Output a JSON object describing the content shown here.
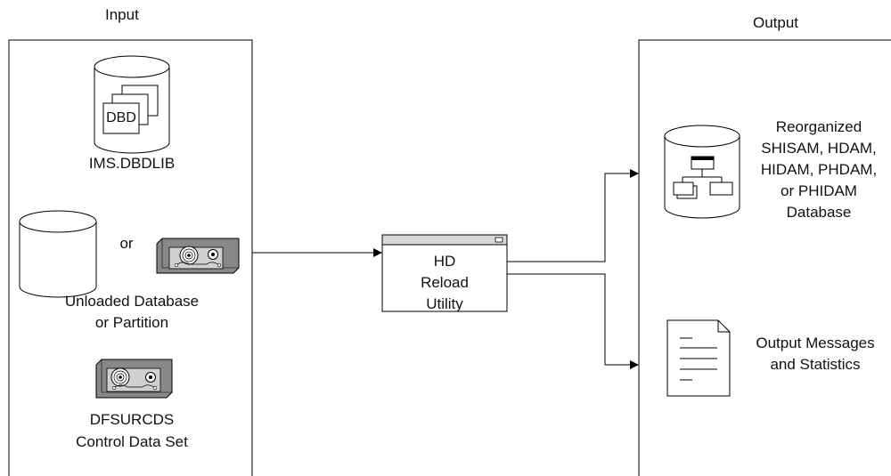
{
  "input_panel": {
    "title": "Input",
    "dbdlib": {
      "icon_text": "DBD",
      "label": "IMS.DBDLIB"
    },
    "unloaded": {
      "or_text": "or",
      "label_line1": "Unloaded Database",
      "label_line2": "or Partition"
    },
    "control": {
      "label_line1": "DFSURCDS",
      "label_line2": "Control Data Set"
    }
  },
  "utility": {
    "line1": "HD",
    "line2": "Reload",
    "line3": "Utility"
  },
  "output_panel": {
    "title": "Output",
    "database": {
      "line1": "Reorganized",
      "line2": "SHISAM, HDAM,",
      "line3": "HIDAM, PHDAM,",
      "line4": "or PHIDAM",
      "line5": "Database"
    },
    "messages": {
      "line1": "Output Messages",
      "line2": "and Statistics"
    }
  }
}
